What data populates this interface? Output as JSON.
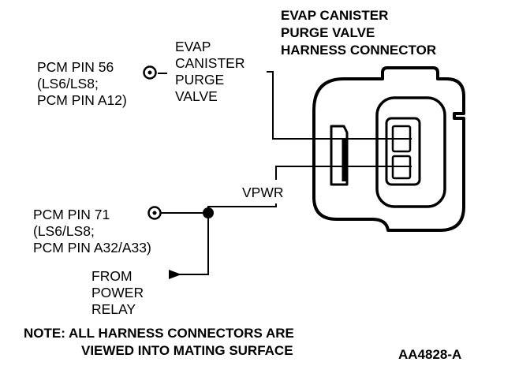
{
  "title": {
    "lines": [
      "EVAP CANISTER",
      "PURGE VALVE",
      "HARNESS CONNECTOR"
    ]
  },
  "labels": {
    "valve": [
      "EVAP",
      "CANISTER",
      "PURGE",
      "VALVE"
    ],
    "pin56": [
      "PCM PIN 56",
      "(LS6/LS8;",
      "PCM PIN A12)"
    ],
    "vpwr": "VPWR",
    "pin71": [
      "PCM PIN 71",
      "(LS6/LS8;",
      "PCM PIN A32/A33)"
    ],
    "relay": [
      "FROM",
      "POWER",
      "RELAY"
    ]
  },
  "note": {
    "lines": [
      "NOTE: ALL HARNESS CONNECTORS ARE",
      "VIEWED INTO MATING SURFACE"
    ]
  },
  "figure_id": "AA4828-A"
}
